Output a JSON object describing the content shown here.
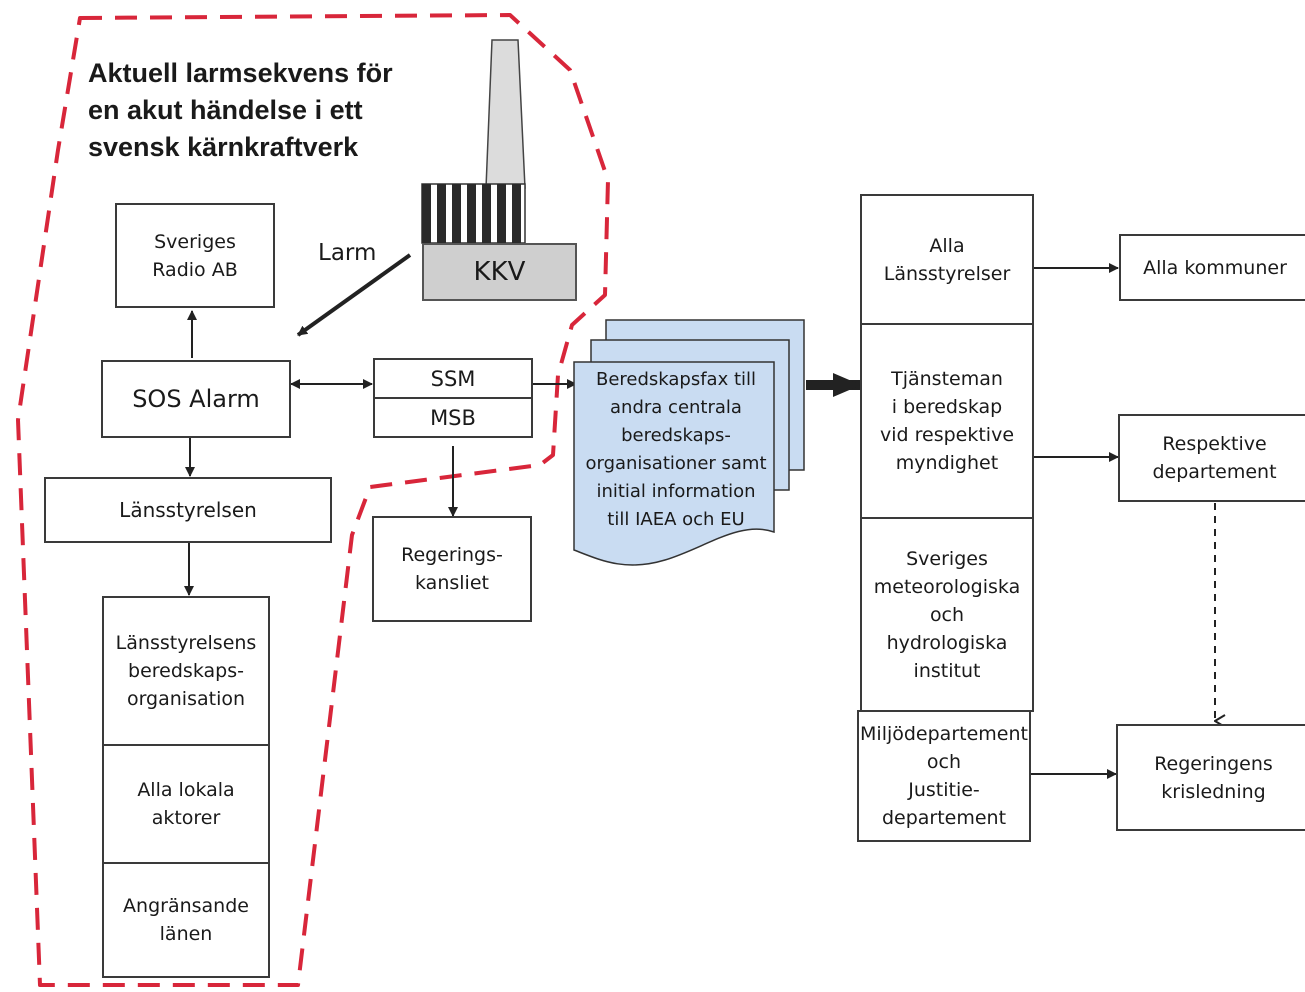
{
  "title": "Aktuell larmsekvens för\nen akut händelse i ett\nsvensk kärnkraftverk",
  "larm_label": "Larm",
  "kkv_label": "KKV",
  "nodes": {
    "sveriges_radio": "Sveriges\nRadio AB",
    "sos_alarm": "SOS Alarm",
    "ssm": "SSM",
    "msb": "MSB",
    "lansstyrelsen": "Länsstyrelsen",
    "regeringskansliet": "Regerings-\nkansliet",
    "lansstyrelsens_beredskap": "Länsstyrelsens\nberedskaps-\norganisation",
    "alla_lokala": "Alla lokala\naktorer",
    "angransande": "Angränsande\nlänen",
    "beredskapsfax": "Beredskapsfax till\nandra centrala\nberedskaps-\norganisationer samt\ninitial information\ntill IAEA och EU",
    "alla_lansstyrelser": "Alla\nLänsstyrelser",
    "tjansteman": "Tjänsteman\ni beredskap\nvid respektive\nmyndighet",
    "smhi": "Sveriges\nmeteorologiska\noch\nhydrologiska\ninstitut",
    "miljodep": "Miljödepartement\noch\nJustitie-\ndepartement",
    "alla_kommuner": "Alla kommuner",
    "respektive_dep": "Respektive\ndepartement",
    "regeringens_kris": "Regeringens\nkrisledning"
  },
  "colors": {
    "dashed_border": "#d8263a",
    "document_fill": "#c9dcf2",
    "chimney_fill": "#dcdcdc",
    "kkv_fill": "#cfcfcf",
    "stroke": "#222222"
  }
}
